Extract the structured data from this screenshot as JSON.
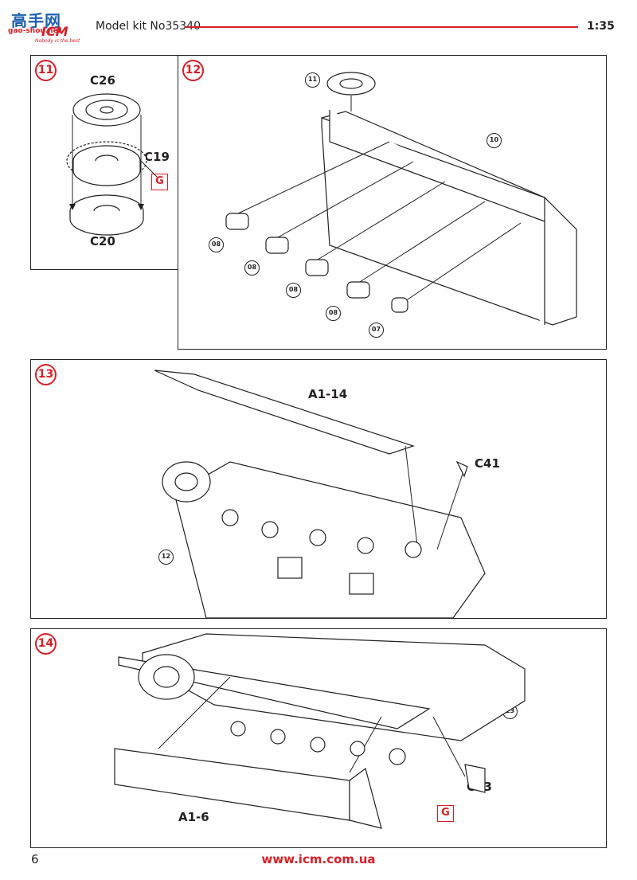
{
  "header": {
    "logo": {
      "cn": "高手网",
      "url": "gao-shou.net",
      "brand": "ICM",
      "tagline": "Nobody is the best"
    },
    "title": "Model kit No35340",
    "scale": "1:35"
  },
  "steps": {
    "s11": {
      "num": "11",
      "parts": {
        "top": "C26",
        "mid": "C19",
        "bottom": "C20"
      },
      "glue": "G"
    },
    "s12": {
      "num": "12",
      "refs": [
        "11",
        "10",
        "08",
        "08",
        "08",
        "08",
        "07"
      ]
    },
    "s13": {
      "num": "13",
      "parts": {
        "panel": "A1-14",
        "part": "C41"
      },
      "ref": "12"
    },
    "s14": {
      "num": "14",
      "parts": {
        "panel": "A1-6",
        "part": "C23"
      },
      "ref": "13",
      "glue": "G"
    }
  },
  "footer": {
    "page": "6",
    "url": "www.icm.com.ua"
  },
  "colors": {
    "accent": "#d81e25",
    "ink": "#231f20",
    "logo_blue": "#1f5fae"
  }
}
